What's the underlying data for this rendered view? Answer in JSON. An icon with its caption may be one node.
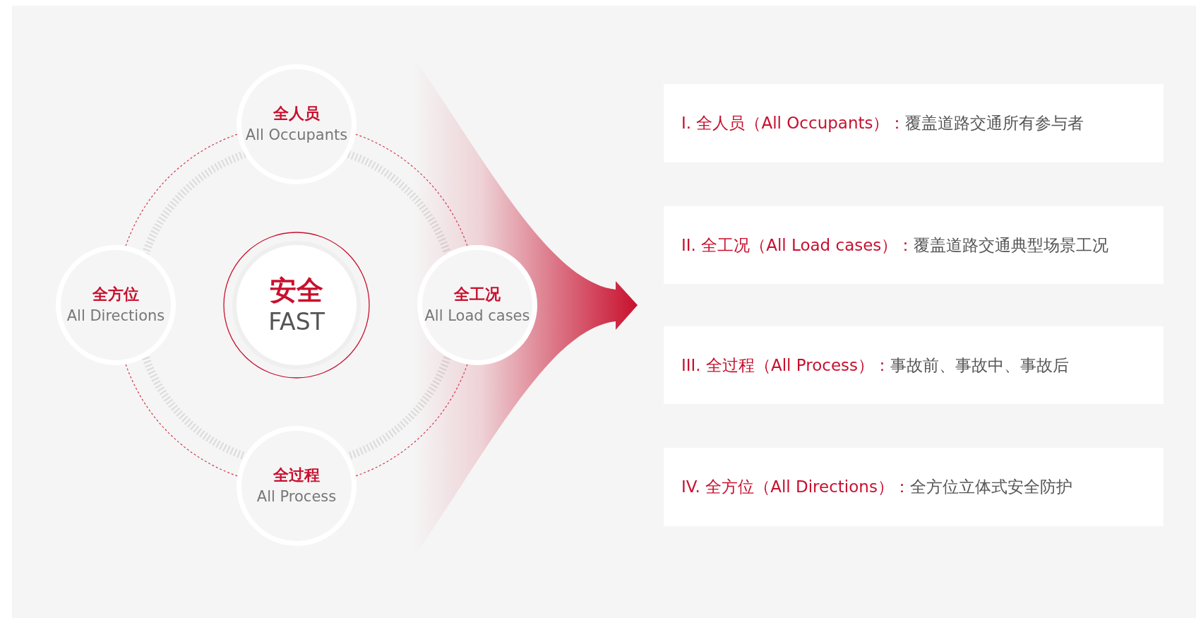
{
  "diagram": {
    "nodes": [
      {
        "text": [
          "全人员",
          "All Occupants"
        ]
      },
      {
        "text": [
          "全方位",
          "All Directions"
        ]
      },
      {
        "text": [
          "安全",
          "FAST"
        ]
      },
      {
        "text": [
          "全工况",
          "All Load cases"
        ]
      },
      {
        "text": [
          "全过程",
          "All Process"
        ]
      },
      {
        "text": [
          "I. 全人员（All Occupants）：",
          "覆盖道路交通所有参与者"
        ]
      },
      {
        "text": [
          "II. 全工况（All Load cases）：",
          "覆盖道路交通典型场景工况"
        ]
      },
      {
        "text": [
          "III. 全过程（All Process）：",
          "事故前、事故中、事故后"
        ]
      },
      {
        "text": [
          "IV. 全方位（All Directions）：",
          "全方位立体式安全防护"
        ]
      }
    ],
    "edges": [
      {
        "from": 0,
        "to": 3,
        "arrow": "none",
        "style": "dashed"
      },
      {
        "from": 3,
        "to": 4,
        "arrow": "none",
        "style": "dashed"
      },
      {
        "from": 4,
        "to": 1,
        "arrow": "none",
        "style": "dashed"
      },
      {
        "from": 1,
        "to": 0,
        "arrow": "none",
        "style": "dashed"
      },
      {
        "from": 3,
        "to": null,
        "arrow": "to"
      }
    ]
  }
}
